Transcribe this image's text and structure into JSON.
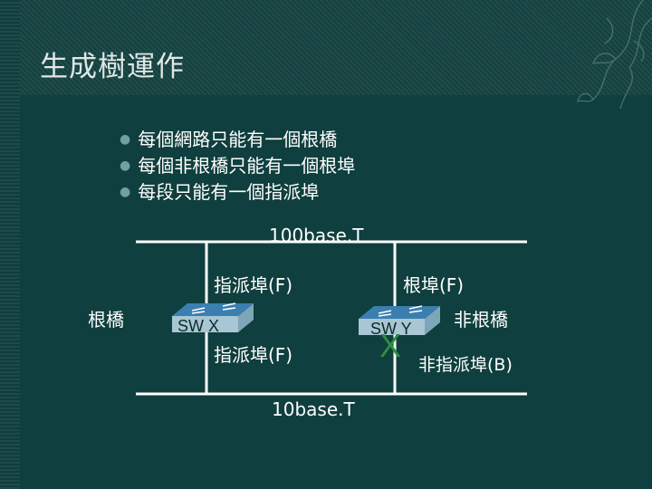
{
  "slide": {
    "title": "生成樹運作",
    "bullets": [
      "每個網路只能有一個根橋",
      "每個非根橋只能有一個根埠",
      "每段只能有一個指派埠"
    ]
  },
  "diagram": {
    "top_segment_label": "100base.T",
    "bottom_segment_label": "10base.T",
    "switch_x": {
      "name": "SW X",
      "role": "根橋",
      "port_top": "指派埠(F)",
      "port_bottom": "指派埠(F)"
    },
    "switch_y": {
      "name": "SW Y",
      "role": "非根橋",
      "port_top": "根埠(F)",
      "port_bottom": "非指派埠(B)",
      "blocked_mark": "X"
    }
  },
  "colors": {
    "background": "#0f3f3e",
    "line": "#ffffff",
    "switch_top": "#3a7fb0",
    "switch_side": "#a9c6d4",
    "blocked_mark": "#2f8f3f"
  }
}
